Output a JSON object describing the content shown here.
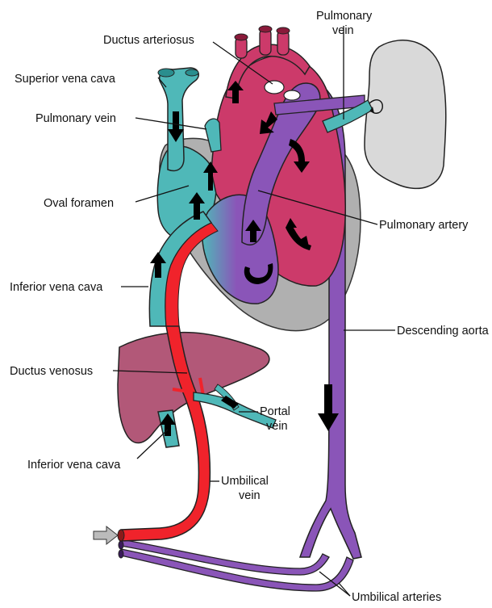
{
  "labels": {
    "pulmonary_vein_right_line1": "Pulmonary",
    "pulmonary_vein_right_line2": "vein",
    "ductus_arteriosus": "Ductus arteriosus",
    "superior_vena_cava": "Superior vena cava",
    "pulmonary_vein_left": "Pulmonary vein",
    "oval_foramen": "Oval foramen",
    "pulmonary_artery": "Pulmonary artery",
    "inferior_vena_cava_upper": "Inferior vena cava",
    "descending_aorta": "Descending aorta",
    "ductus_venosus": "Ductus venosus",
    "portal_vein_line1": "Portal",
    "portal_vein_line2": "vein",
    "inferior_vena_cava_lower": "Inferior vena cava",
    "umbilical_vein_line1": "Umbilical",
    "umbilical_vein_line2": "vein",
    "umbilical_arteries": "Umbilical arteries"
  },
  "colors": {
    "oxygenated": "#f0232b",
    "venous_teal": "#4fb8b8",
    "heart_red": "#cc3a6a",
    "aorta_purple": "#8a55b8",
    "lung_gray": "#d9d9d9",
    "liver": "#b25878",
    "pericardium": "#b0b0b0"
  }
}
